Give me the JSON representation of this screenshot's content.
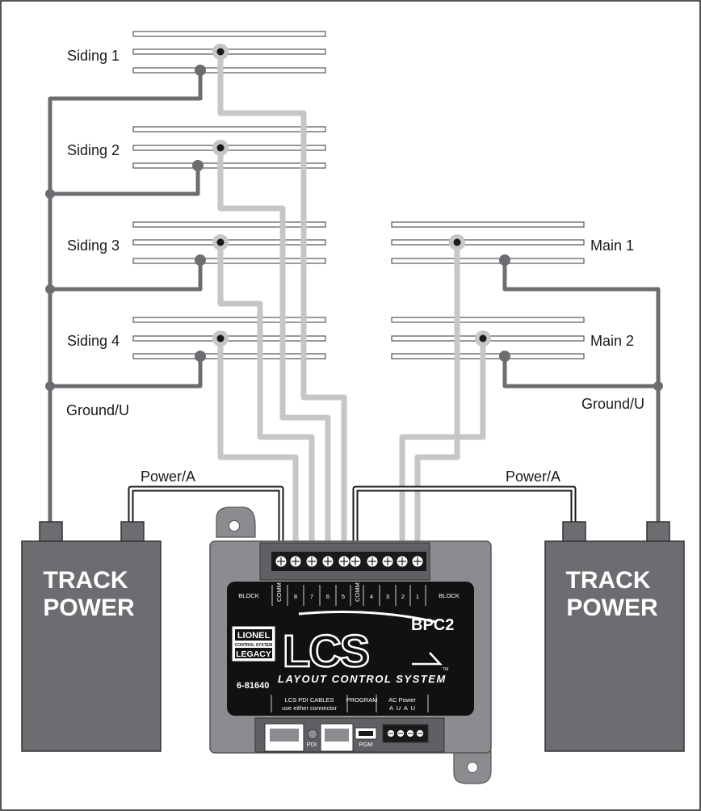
{
  "labels": {
    "siding1": "Siding 1",
    "siding2": "Siding 2",
    "siding3": "Siding 3",
    "siding4": "Siding 4",
    "main1": "Main 1",
    "main2": "Main 2",
    "ground_left": "Ground/U",
    "ground_right": "Ground/U",
    "power_left": "Power/A",
    "power_right": "Power/A"
  },
  "track_power_left": {
    "line1": "TRACK",
    "line2": "POWER"
  },
  "track_power_right": {
    "line1": "TRACK",
    "line2": "POWER"
  },
  "module": {
    "model": "BPC2",
    "logo_text": "LCS",
    "brand_line1": "LIONEL",
    "brand_line2": "CONTROL SYSTEM",
    "brand_line3": "LEGACY",
    "system_name": "LAYOUT CONTROL SYSTEM",
    "trademark": "TM",
    "part_number": "6-81640",
    "block_left": "BLOCK",
    "block_right": "BLOCK",
    "comm_left": "COMM",
    "comm_right": "COMM",
    "ch8": "8",
    "ch7": "7",
    "ch6": "6",
    "ch5": "5",
    "ch4": "4",
    "ch3": "3",
    "ch2": "2",
    "ch1": "1",
    "pdi_cables_line1": "LCS PDI CABLES",
    "pdi_cables_line2": "use either connector",
    "program": "PROGRAM",
    "ac_power": "AC Power",
    "ac_pins": "A  U  A  U",
    "pdi": "PDI",
    "pgm": "PGM"
  },
  "colors": {
    "frame": "#1a1a1a",
    "ground_wire": "#6b6d70",
    "block_wire": "#c5c6c8",
    "power_wire": "#1a1a1a",
    "box": "#6b6d70",
    "module_body": "#8a8c8f",
    "module_panel": "#111111"
  }
}
